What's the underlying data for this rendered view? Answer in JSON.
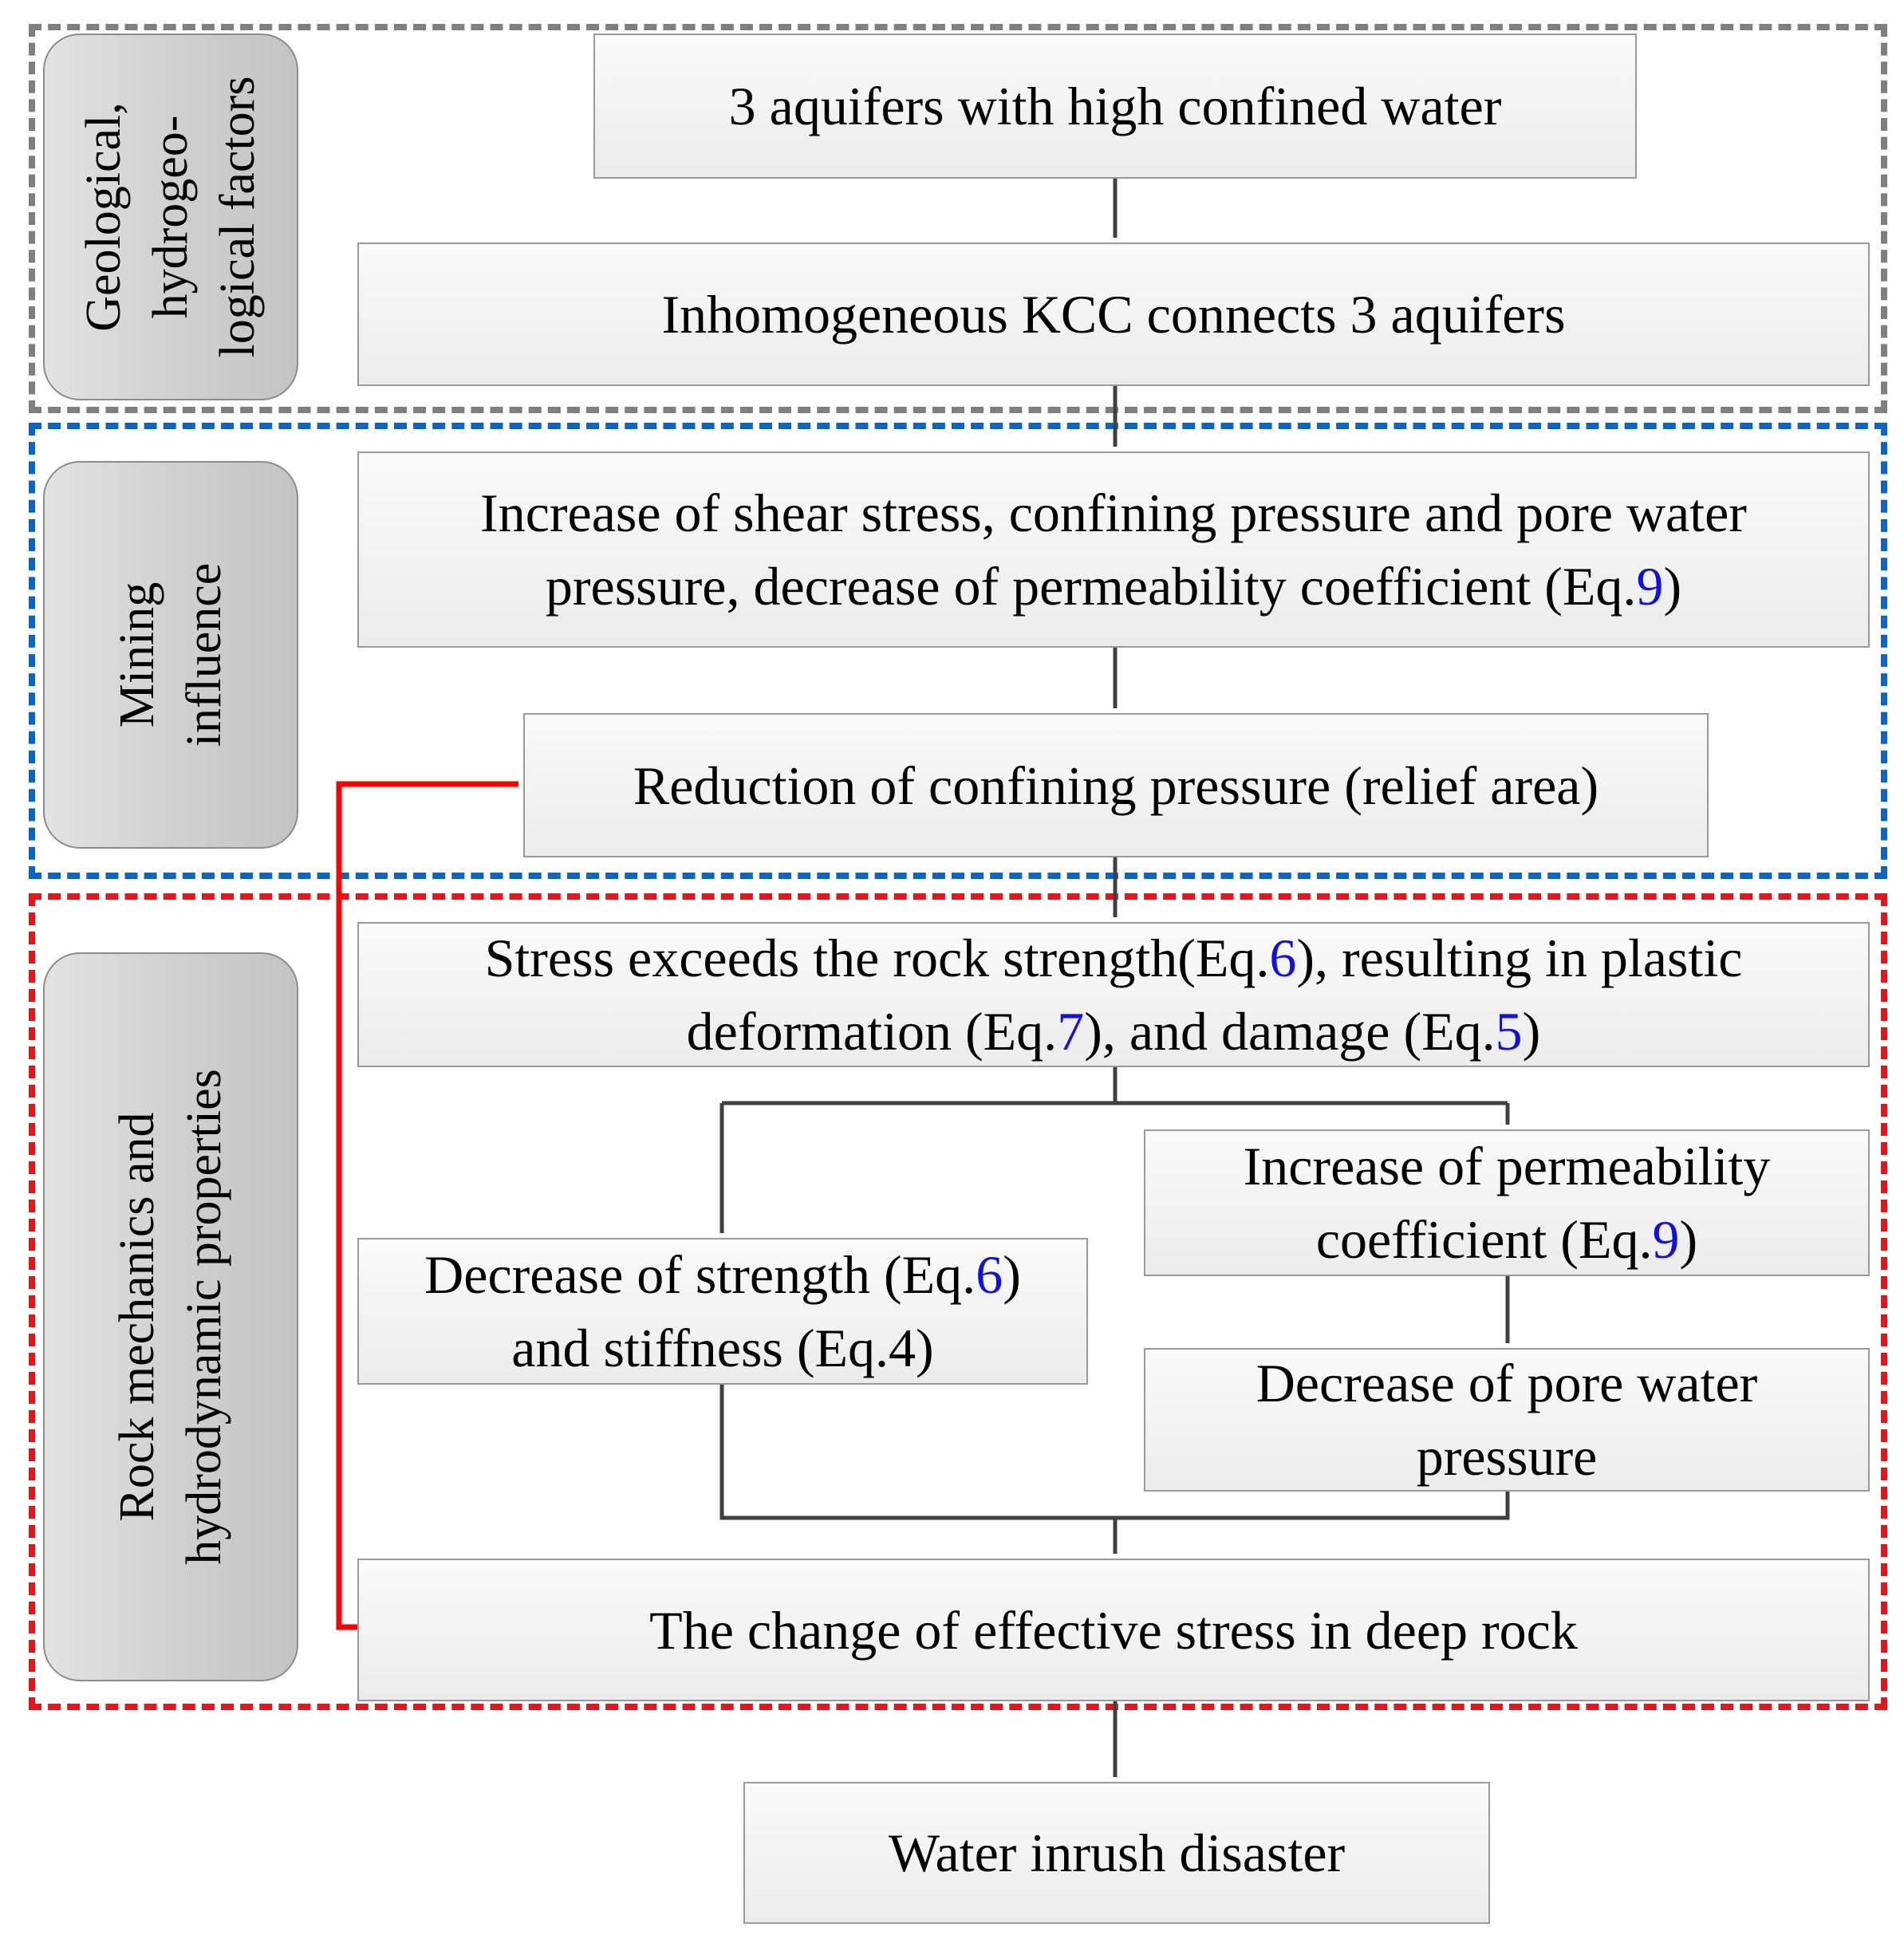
{
  "categories": {
    "geological": [
      "Geological,",
      "hydrogeo-",
      "logical factors"
    ],
    "mining": [
      "Mining",
      "influence"
    ],
    "rock": [
      "Rock mechanics and",
      "hydrodynamic properties"
    ]
  },
  "boxes": {
    "aquifers": "3 aquifers with high confined water",
    "kcc": "Inhomogeneous KCC connects 3 aquifers",
    "increase_shear": {
      "line1": "Increase of shear stress, confining pressure and pore water",
      "line2_text": "pressure,  decrease of permeability coefficient (Eq.",
      "line2_ref": "9",
      "line2_end": ")"
    },
    "reduction": "Reduction of confining pressure (relief area)",
    "stress_exceeds": {
      "l1a": "Stress exceeds the rock strength(Eq.",
      "l1_ref": "6",
      "l1b": "), resulting in plastic",
      "l2a": "deformation (Eq.",
      "l2_ref1": "7",
      "l2b": "), and damage (Eq.",
      "l2_ref2": "5",
      "l2c": ")"
    },
    "perm_increase": {
      "line1": "Increase of permeability",
      "line2_text": "coefficient  (Eq.",
      "line2_ref": "9",
      "line2_end": ")"
    },
    "strength_decrease": {
      "l1a": "Decrease of strength (Eq.",
      "l1_ref": "6",
      "l1b": ")",
      "line2": "and stiffness (Eq.4)"
    },
    "pore_decrease": {
      "line1": "Decrease of pore water",
      "line2": "pressure"
    },
    "effective_stress": "The change of effective stress in deep rock",
    "water_inrush": "Water inrush disaster"
  },
  "colors": {
    "geological_border": "#7f7f7f",
    "mining_border": "#0a66c2",
    "rock_border": "#e5151b",
    "feedback_arrow": "#ff0000",
    "equation_ref": "#1010e0"
  }
}
